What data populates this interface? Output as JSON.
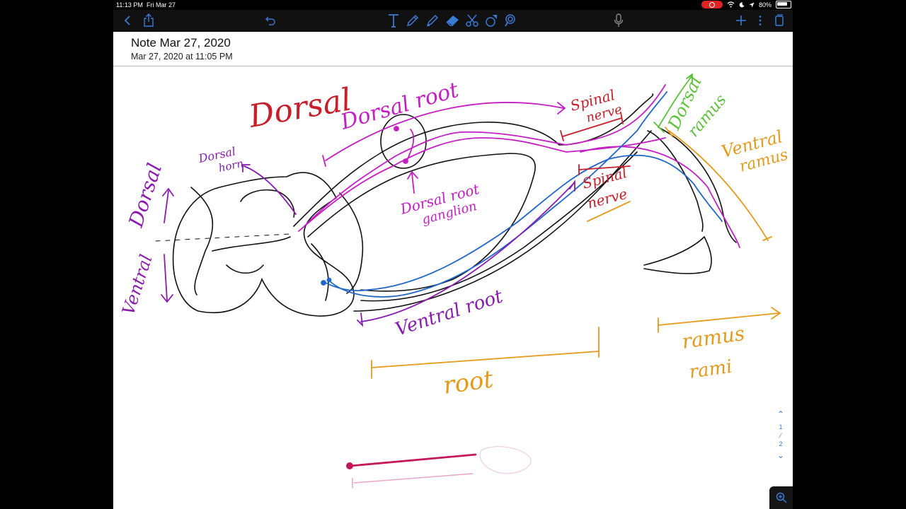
{
  "status_bar": {
    "time": "11:13 PM",
    "date": "Fri Mar 27",
    "battery": "80%"
  },
  "toolbar": {
    "icons": [
      "chevron-left-icon",
      "share-icon",
      "undo-icon",
      "text-tool-icon",
      "pen-icon",
      "highlighter-icon",
      "eraser-icon",
      "scissors-icon",
      "shapes-icon",
      "lasso-icon",
      "microphone-icon",
      "plus-icon",
      "more-icon",
      "pages-icon"
    ],
    "accent": "#3a7bd5"
  },
  "note": {
    "title": "Note Mar 27, 2020",
    "subtitle": "Mar 27, 2020 at 11:05 PM"
  },
  "annotations": {
    "dorsal_large": "Dorsal",
    "dorsal_side": "Dorsal",
    "ventral_side": "Ventral",
    "dorsal_horn": [
      "Dorsal",
      "horn"
    ],
    "dorsal_root": "Dorsal root",
    "dorsal_root_ganglion": [
      "Dorsal root",
      "ganglion"
    ],
    "spinal_nerve_top": [
      "Spinal",
      "nerve"
    ],
    "spinal_nerve_mid": [
      "Spinal",
      "nerve"
    ],
    "dorsal_ramus": [
      "Dorsal",
      "ramus"
    ],
    "ventral_ramus": [
      "Ventral",
      "ramus"
    ],
    "ventral_root": "Ventral root",
    "root": "root",
    "ramus": "ramus",
    "rami": "rami"
  },
  "ink_colors": {
    "black": "#111111",
    "red": "#c81e2a",
    "magenta": "#c41fc4",
    "purple": "#8a1bb0",
    "blue": "#2066c8",
    "green": "#5cc23a",
    "orange": "#e59a1c",
    "pink": "#c4185a"
  },
  "pager": {
    "up": "⌃",
    "current": "1",
    "divider": "⁄",
    "total": "2",
    "down": "⌄"
  }
}
